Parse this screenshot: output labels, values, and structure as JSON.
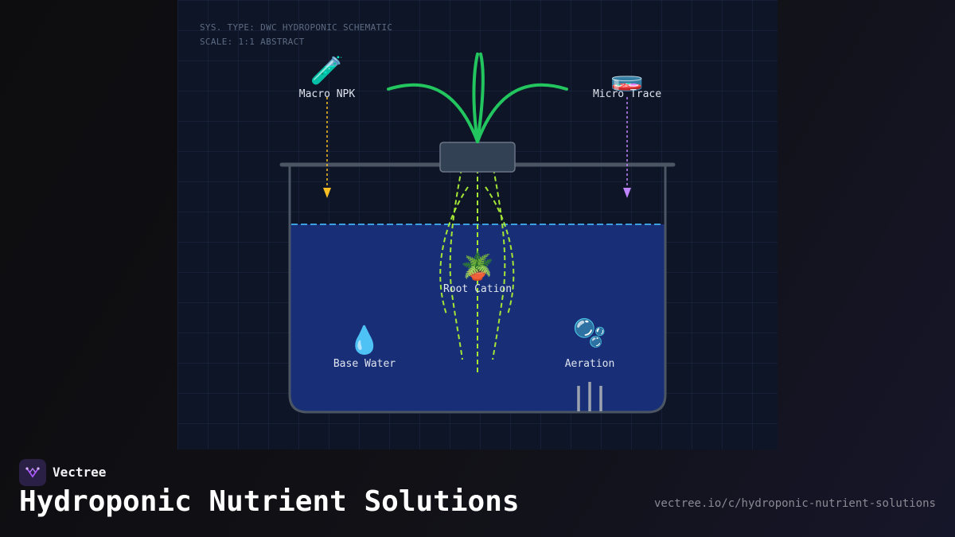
{
  "schematic": {
    "meta_line1": "SYS. TYPE: DWC HYDROPONIC SCHEMATIC",
    "meta_line2": "SCALE: 1:1 ABSTRACT",
    "labels": {
      "macro": "Macro NPK",
      "micro": "Micro Trace",
      "root": "Root Cation",
      "water": "Base Water",
      "aeration": "Aeration"
    },
    "icons": {
      "macro": "🧪",
      "micro": "🧫",
      "root": "🪴",
      "water": "💧",
      "aeration": "🫧"
    },
    "colors": {
      "plant": "#22c55e",
      "roots": "#a3e635",
      "macro_line": "#fbbf24",
      "micro_line": "#c084fc",
      "waterline": "#3b9fe0",
      "water": "#182f78",
      "container": "#4b5563"
    }
  },
  "footer": {
    "brand": "Vectree",
    "title": "Hydroponic Nutrient Solutions",
    "url": "vectree.io/c/hydroponic-nutrient-solutions"
  }
}
